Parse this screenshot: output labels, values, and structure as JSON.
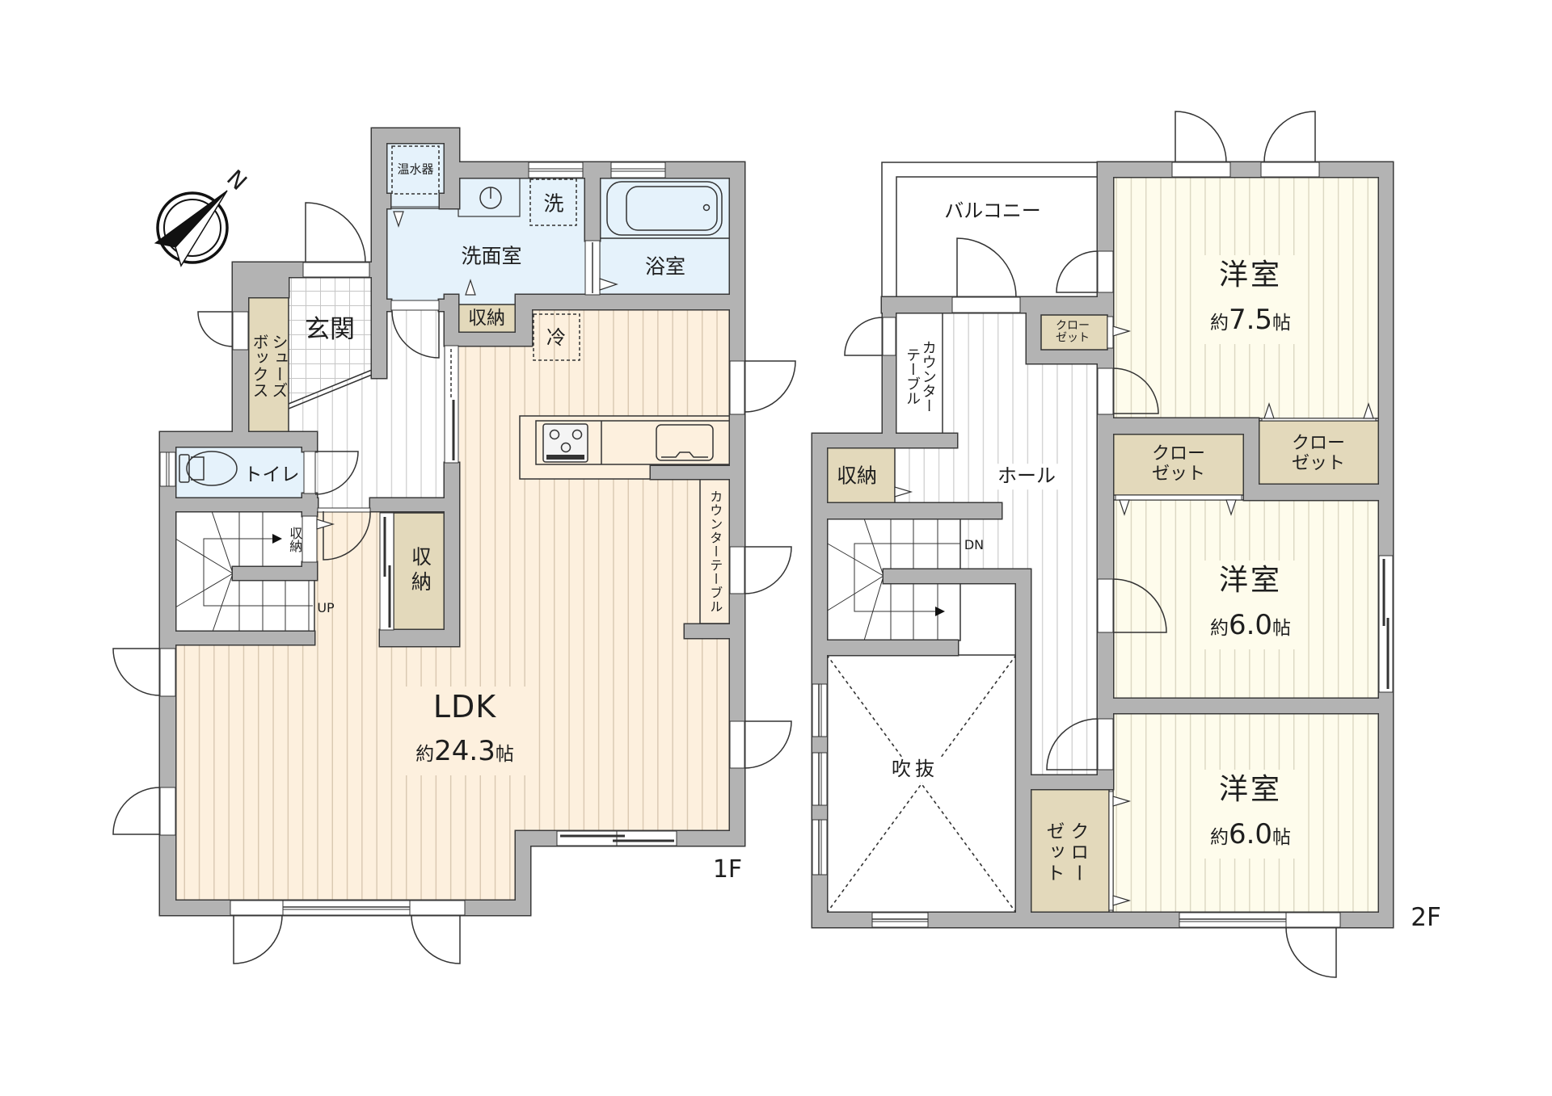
{
  "compass": {
    "north_label": "N"
  },
  "first_floor": {
    "floor_label": "1F",
    "labels": {
      "water_heater": "温水器",
      "washer": "洗",
      "washroom": "洗面室",
      "bathroom": "浴室",
      "entrance": "玄関",
      "shoe_box": "シューズ\nボックス",
      "storage_washroom": "収納",
      "fridge": "冷",
      "toilet": "トイレ",
      "storage_under_stairs": "収納",
      "storage_hall": "収納",
      "stairs_direction": "UP",
      "counter_table": "カウンターテーブル"
    },
    "ldk": {
      "name": "LDK",
      "size_prefix": "約",
      "size_value": "24.3",
      "size_unit": "帖"
    }
  },
  "second_floor": {
    "floor_label": "2F",
    "labels": {
      "balcony": "バルコニー",
      "counter_table": "カウンター\nテーブル",
      "closet_hall": "クロー\nゼット",
      "closet_north": "クロー\nゼット",
      "closet_northeast": "クロー\nゼット",
      "hall": "ホール",
      "storage": "収納",
      "stairs_direction": "DN",
      "void": "吹抜",
      "closet_south": "クロー\nゼット"
    },
    "western_rooms": [
      {
        "name": "洋室",
        "size_prefix": "約",
        "size_value": "7.5",
        "size_unit": "帖"
      },
      {
        "name": "洋室",
        "size_prefix": "約",
        "size_value": "6.0",
        "size_unit": "帖"
      },
      {
        "name": "洋室",
        "size_prefix": "約",
        "size_value": "6.0",
        "size_unit": "帖"
      }
    ]
  },
  "colors": {
    "wall": "#b3b3b3",
    "wall_outline": "#3a3a3a",
    "ldk_floor": "#fdf0de",
    "ldk_stripe": "#d6c5ae",
    "western_floor": "#fefcec",
    "western_stripe": "#d9d5bf",
    "hall_floor": "#ffffff",
    "hall_stripe": "#cfcfcf",
    "wet_area": "#e5f2fb",
    "storage": "#e3d9bb"
  }
}
